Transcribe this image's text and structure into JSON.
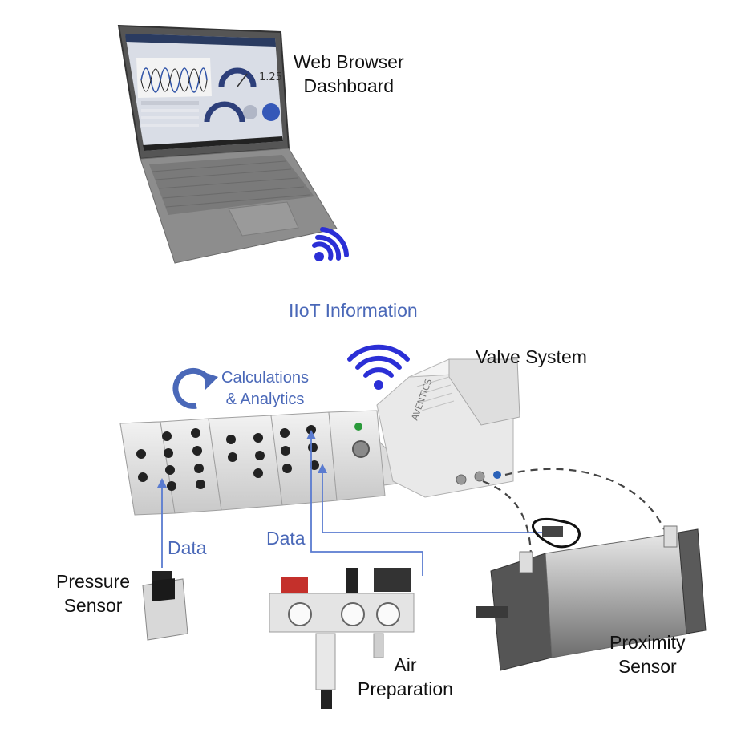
{
  "labels": {
    "dashboard": [
      "Web Browser",
      "Dashboard"
    ],
    "iiot": "IIoT Information",
    "valve_system": "Valve System",
    "calculations": [
      "Calculations",
      "& Analytics"
    ],
    "data_left": "Data",
    "data_middle": "Data",
    "pressure_sensor": [
      "Pressure",
      "Sensor"
    ],
    "air_preparation": [
      "Air",
      "Preparation"
    ],
    "proximity_sensor": [
      "Proximity",
      "Sensor"
    ]
  },
  "screen": {
    "gauge_value": "1.25"
  },
  "colors": {
    "accent_blue": "#2b2fd6",
    "label_blue": "#4a68b8",
    "line_blue": "#5a7bd0"
  },
  "icons": {
    "wifi_top": "wifi-icon",
    "wifi_valve": "wifi-icon",
    "refresh": "rotate-arrow-icon"
  }
}
